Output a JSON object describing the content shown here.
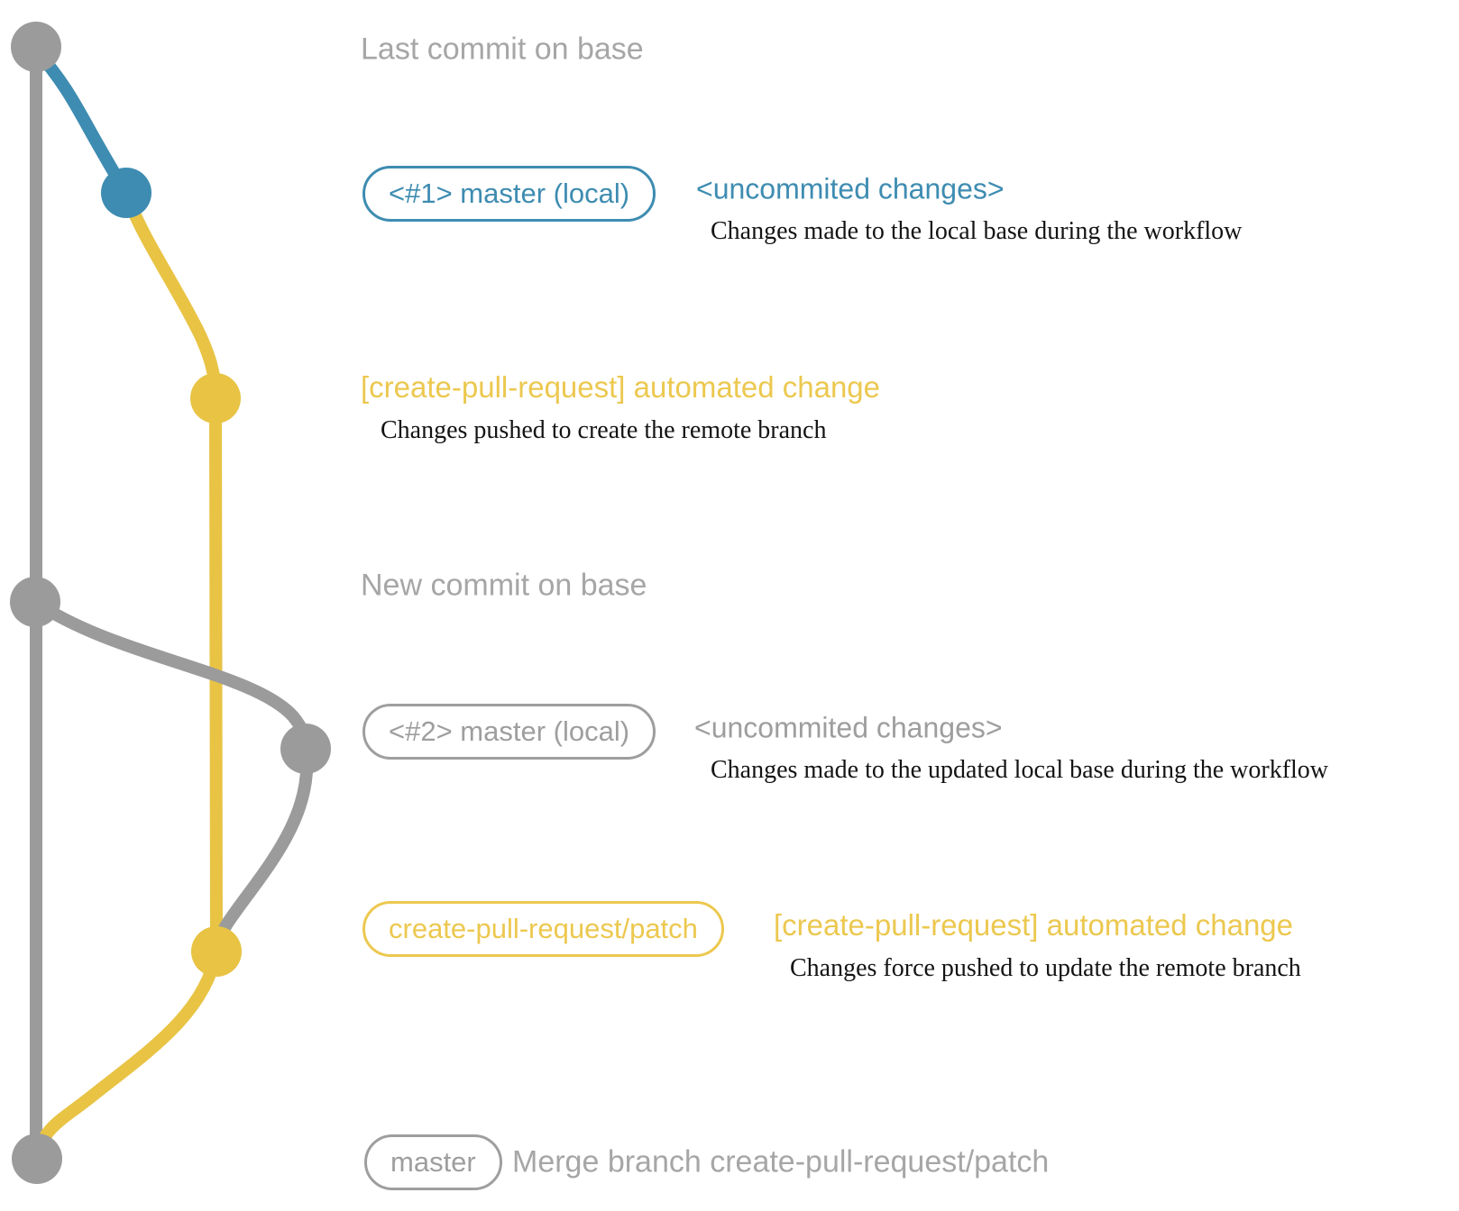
{
  "colors": {
    "gray_line": "#9b9b9b",
    "blue": "#3e8cb1",
    "yellow": "#e8c344",
    "yellow_text": "#ecc84f",
    "gray_text": "#a6a6a6",
    "gray_badge": "#9e9e9e",
    "note_text": "#141414"
  },
  "graph": {
    "branches": [
      "base (gray)",
      "local master (blue/gray)",
      "create-pull-request/patch (yellow)"
    ]
  },
  "rows": {
    "last_commit": {
      "label": "Last commit on base"
    },
    "uncommitted_1": {
      "badge": "<#1> master (local)",
      "message": "<uncommited changes>",
      "note": "Changes made to the local base during the workflow"
    },
    "push_1": {
      "message": "[create-pull-request] automated change",
      "note": "Changes pushed to create the remote branch"
    },
    "new_commit": {
      "label": "New commit on base"
    },
    "uncommitted_2": {
      "badge": "<#2> master (local)",
      "message": "<uncommited changes>",
      "note": "Changes made to the updated local base during the workflow"
    },
    "push_2": {
      "badge": "create-pull-request/patch",
      "message": "[create-pull-request] automated change",
      "note": "Changes force pushed to update the remote branch"
    },
    "merge": {
      "badge": "master",
      "message": "Merge branch create-pull-request/patch"
    }
  }
}
